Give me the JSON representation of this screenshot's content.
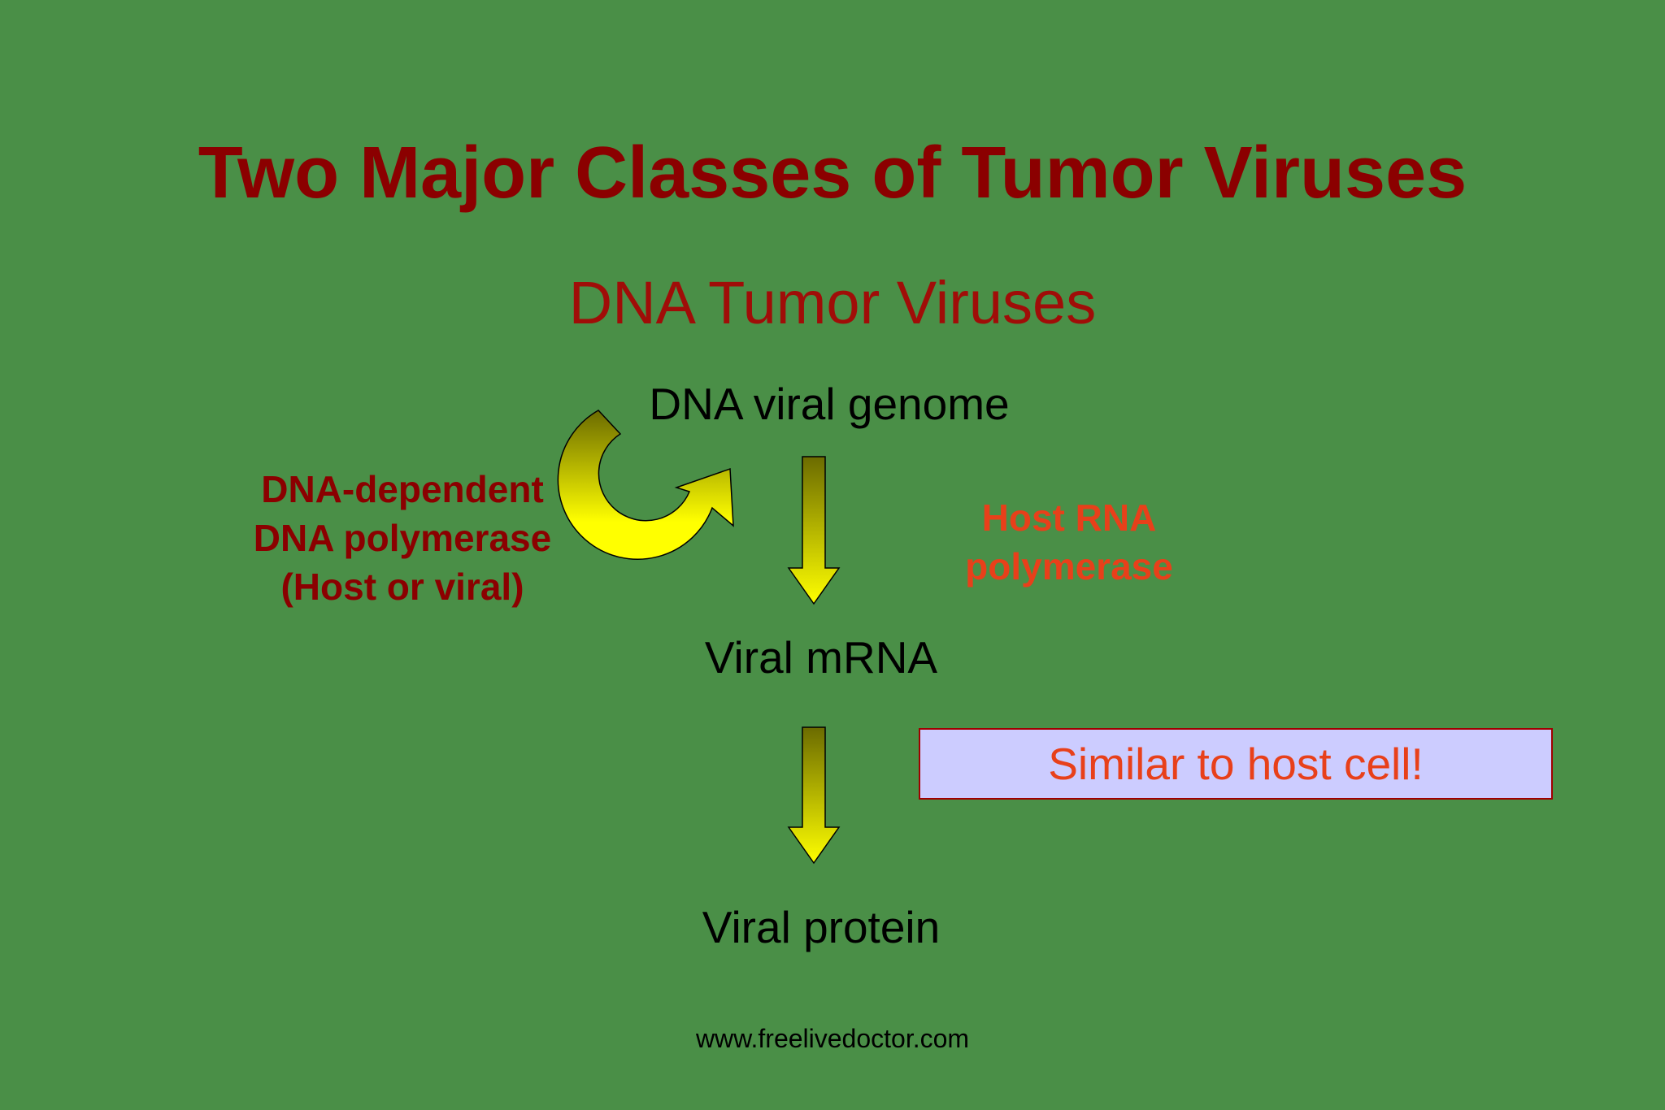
{
  "slide": {
    "title": "Two Major Classes of Tumor Viruses",
    "subtitle": "DNA Tumor Viruses"
  },
  "flow": {
    "genome": "DNA viral genome",
    "mrna": "Viral mRNA",
    "protein": "Viral protein"
  },
  "labels": {
    "dna_polymerase": [
      "DNA-dependent",
      "DNA polymerase",
      "(Host or viral)"
    ],
    "rna_polymerase": [
      "Host RNA",
      "polymerase"
    ]
  },
  "callout": {
    "text": "Similar to host cell!"
  },
  "footer": {
    "url": "www.freelivedoctor.com"
  },
  "colors": {
    "background": "#4a8f47",
    "title": "#8b0000",
    "subtitle": "#a00d08",
    "dna_polymerase_label": "#8b0000",
    "rna_polymerase_label": "#e8401a",
    "callout_fill": "#ccccff",
    "callout_text": "#e8401a",
    "arrow_top": "#6b6b00",
    "arrow_bottom": "#ffff00"
  },
  "icons": {
    "replication": "curved-arrow-icon",
    "transcription": "down-arrow-icon",
    "translation": "down-arrow-icon"
  }
}
